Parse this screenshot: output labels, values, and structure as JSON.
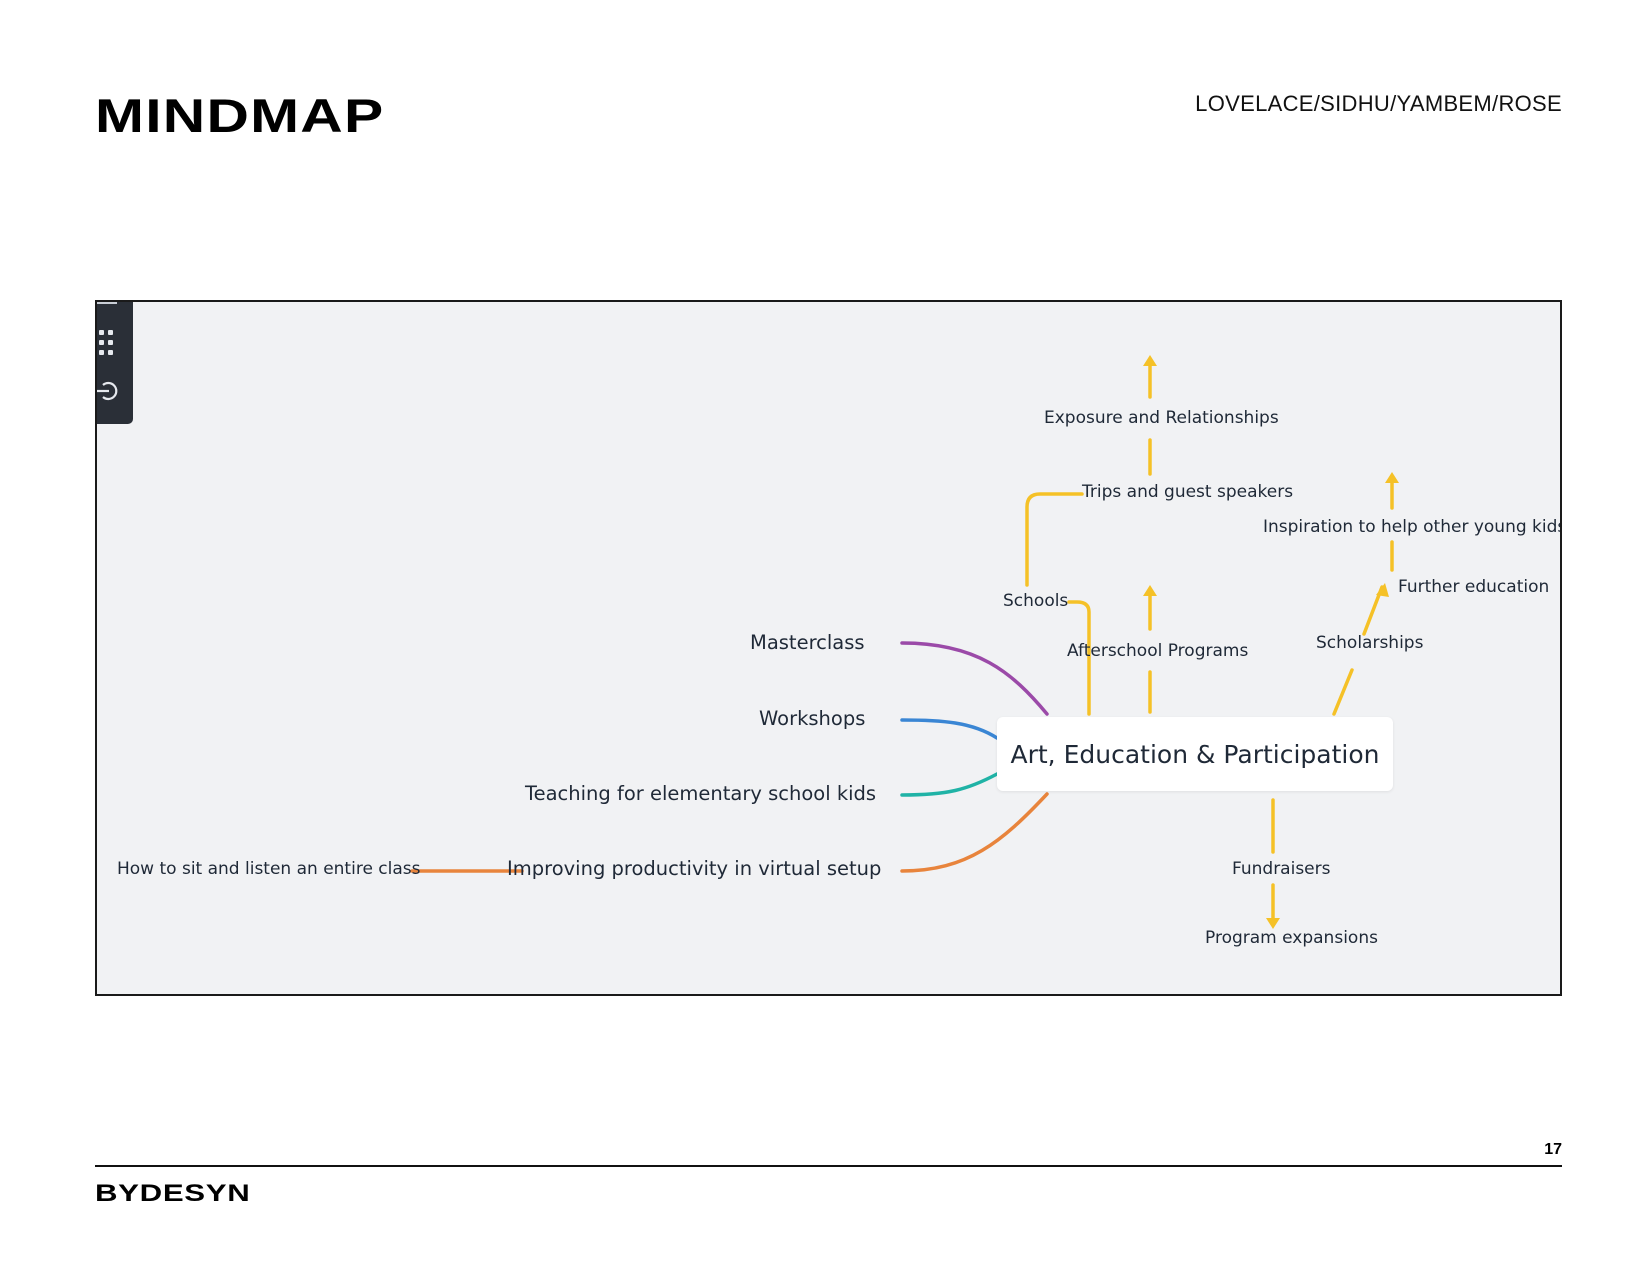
{
  "header": {
    "title": "MINDMAP",
    "authors": "LOVELACE/SIDHU/YAMBEM/ROSE"
  },
  "mindmap": {
    "center": "Art, Education & Participation",
    "nodes": {
      "masterclass": "Masterclass",
      "workshops": "Workshops",
      "teaching": "Teaching for elementary school kids",
      "productivity": "Improving productivity in virtual setup",
      "sit_listen": "How to sit and listen an entire class",
      "schools": "Schools",
      "trips": "Trips and guest speakers",
      "exposure": "Exposure and Relationships",
      "afterschool": "Afterschool Programs",
      "scholarships": "Scholarships",
      "further_education": "Further education",
      "inspiration": "Inspiration to help other young kids",
      "fundraisers": "Fundraisers",
      "program_expansions": "Program expansions"
    },
    "colors": {
      "purple": "#9b4aa8",
      "blue": "#3a86d4",
      "teal": "#20b3a6",
      "orange": "#e8843c",
      "yellow": "#f5c127",
      "canvas": "#f1f2f4"
    },
    "toolbar_icons": [
      "grid-icon",
      "exit-icon"
    ]
  },
  "footer": {
    "brand": "BYDESYN",
    "page_number": "17"
  }
}
